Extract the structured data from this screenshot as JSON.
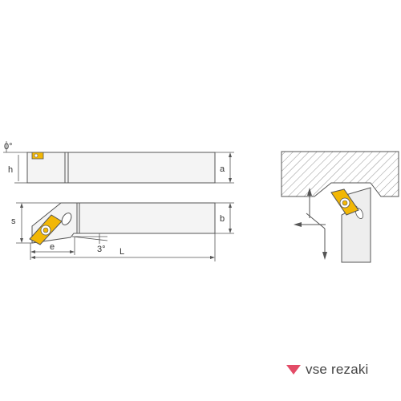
{
  "labels": {
    "angle_top": "0°",
    "h": "h",
    "a": "a",
    "s": "s",
    "b": "b",
    "e": "e",
    "angle_bottom": "3°",
    "L": "L"
  },
  "brand": {
    "name": "vse rezaki",
    "color": "#e34c67"
  },
  "colors": {
    "insert": "#f2b705",
    "body_fill": "#f4f4f4",
    "outline": "#555555"
  }
}
